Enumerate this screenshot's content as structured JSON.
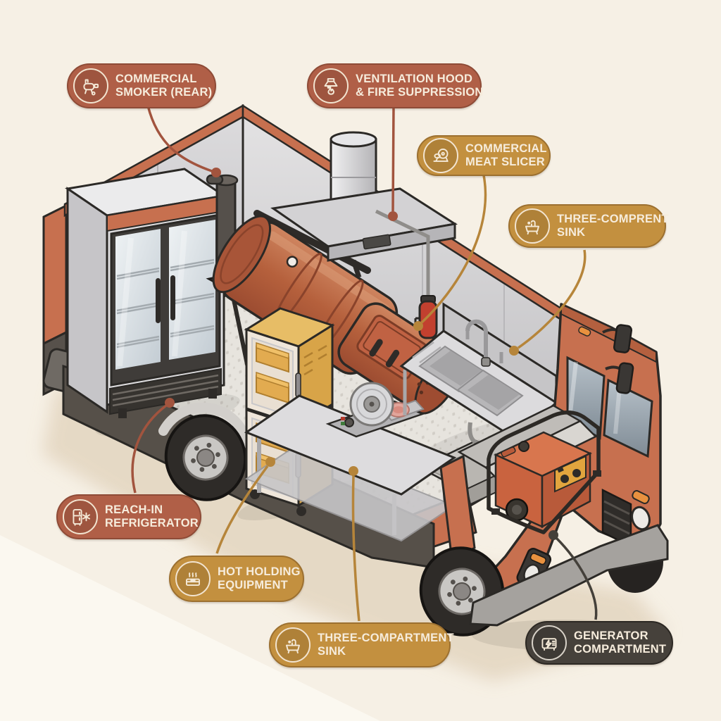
{
  "figure": {
    "subject": "Food truck equipment cutaway diagram",
    "background_color": "#f6f0e5",
    "truck_body_color": "#c7704f",
    "steel_color": "#d6d5d7"
  },
  "theme_colors": {
    "terracotta": "#b05f47",
    "gold": "#c3903f",
    "charcoal": "#46413b"
  },
  "leader_colors": {
    "terracotta": "#a2543e",
    "gold": "#b6853a",
    "charcoal": "#44403a"
  },
  "callouts": [
    {
      "id": "commercial-smoker",
      "theme": "terracotta",
      "icon": "smoker-icon",
      "line1": "COMMERCIAL",
      "line2": "SMOKER (REAR)"
    },
    {
      "id": "ventilation-hood",
      "theme": "terracotta",
      "icon": "ventilation-hood-icon",
      "line1": "VENTILATION HOOD",
      "line2": "& FIRE SUPPRESSION"
    },
    {
      "id": "commercial-meat-slicer",
      "theme": "gold",
      "icon": "meat-slicer-icon",
      "line1": "COMMERCIAL",
      "line2": "MEAT SLICER"
    },
    {
      "id": "three-compartment-sink-upper",
      "theme": "gold",
      "icon": "sink-icon",
      "line1": "THREE-COMPRENT",
      "line2": "SINK"
    },
    {
      "id": "reach-in-refrigerator",
      "theme": "terracotta",
      "icon": "refrigerator-icon",
      "line1": "REACH-IN",
      "line2": "REFRIGERATOR"
    },
    {
      "id": "hot-holding-equipment",
      "theme": "gold",
      "icon": "hot-holding-icon",
      "line1": "HOT HOLDING",
      "line2": "EQUIPMENT"
    },
    {
      "id": "three-compartment-sink-lower",
      "theme": "gold",
      "icon": "sink-icon",
      "line1": "THREE-COMPARTMENT",
      "line2": "SINK"
    },
    {
      "id": "generator-compartment",
      "theme": "charcoal",
      "icon": "generator-icon",
      "line1": "GENERATOR",
      "line2": "COMPARTMENT"
    }
  ]
}
